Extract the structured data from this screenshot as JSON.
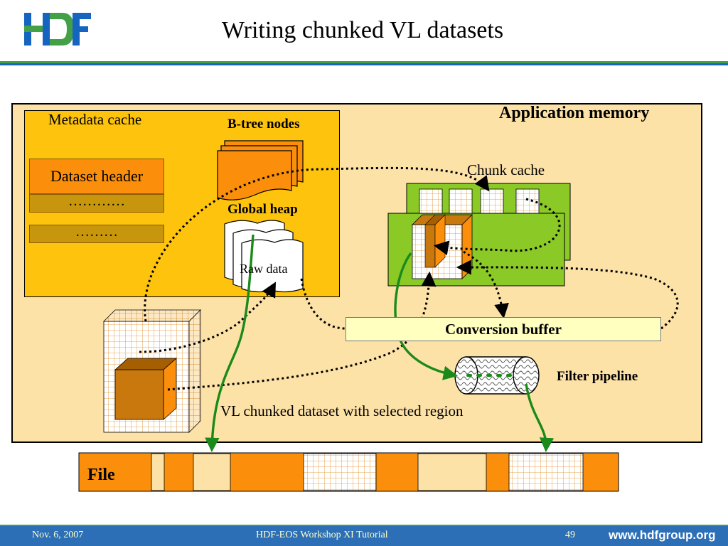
{
  "logo": {
    "text": "HDF",
    "colors": {
      "h": "#1565c0",
      "d": "#43a047",
      "f": "#1565c0"
    }
  },
  "title": "Writing chunked VL datasets",
  "diagram": {
    "application_memory": "Application memory",
    "metadata_cache": "Metadata cache",
    "dataset_header": "Dataset header",
    "dots_1": "…………",
    "dots_2": "………",
    "btree_nodes": "B-tree nodes",
    "global_heap": "Global heap",
    "raw_data": "Raw data",
    "chunk_cache": "Chunk cache",
    "conversion_buffer": "Conversion buffer",
    "filter_pipeline": "Filter pipeline",
    "vl_dataset": "VL chunked dataset with selected region",
    "file": "File"
  },
  "colors": {
    "app_memory": "#fde2a7",
    "metadata_cache": "#fec30c",
    "orange": "#fb8f0b",
    "chunk_green": "#8ac926",
    "arrow_green": "#1a8a1a",
    "footer_blue": "#2c6fb6"
  },
  "footer": {
    "date": "Nov. 6, 2007",
    "title": "HDF-EOS Workshop XI Tutorial",
    "page": "49",
    "url": "www.hdfgroup.org"
  }
}
